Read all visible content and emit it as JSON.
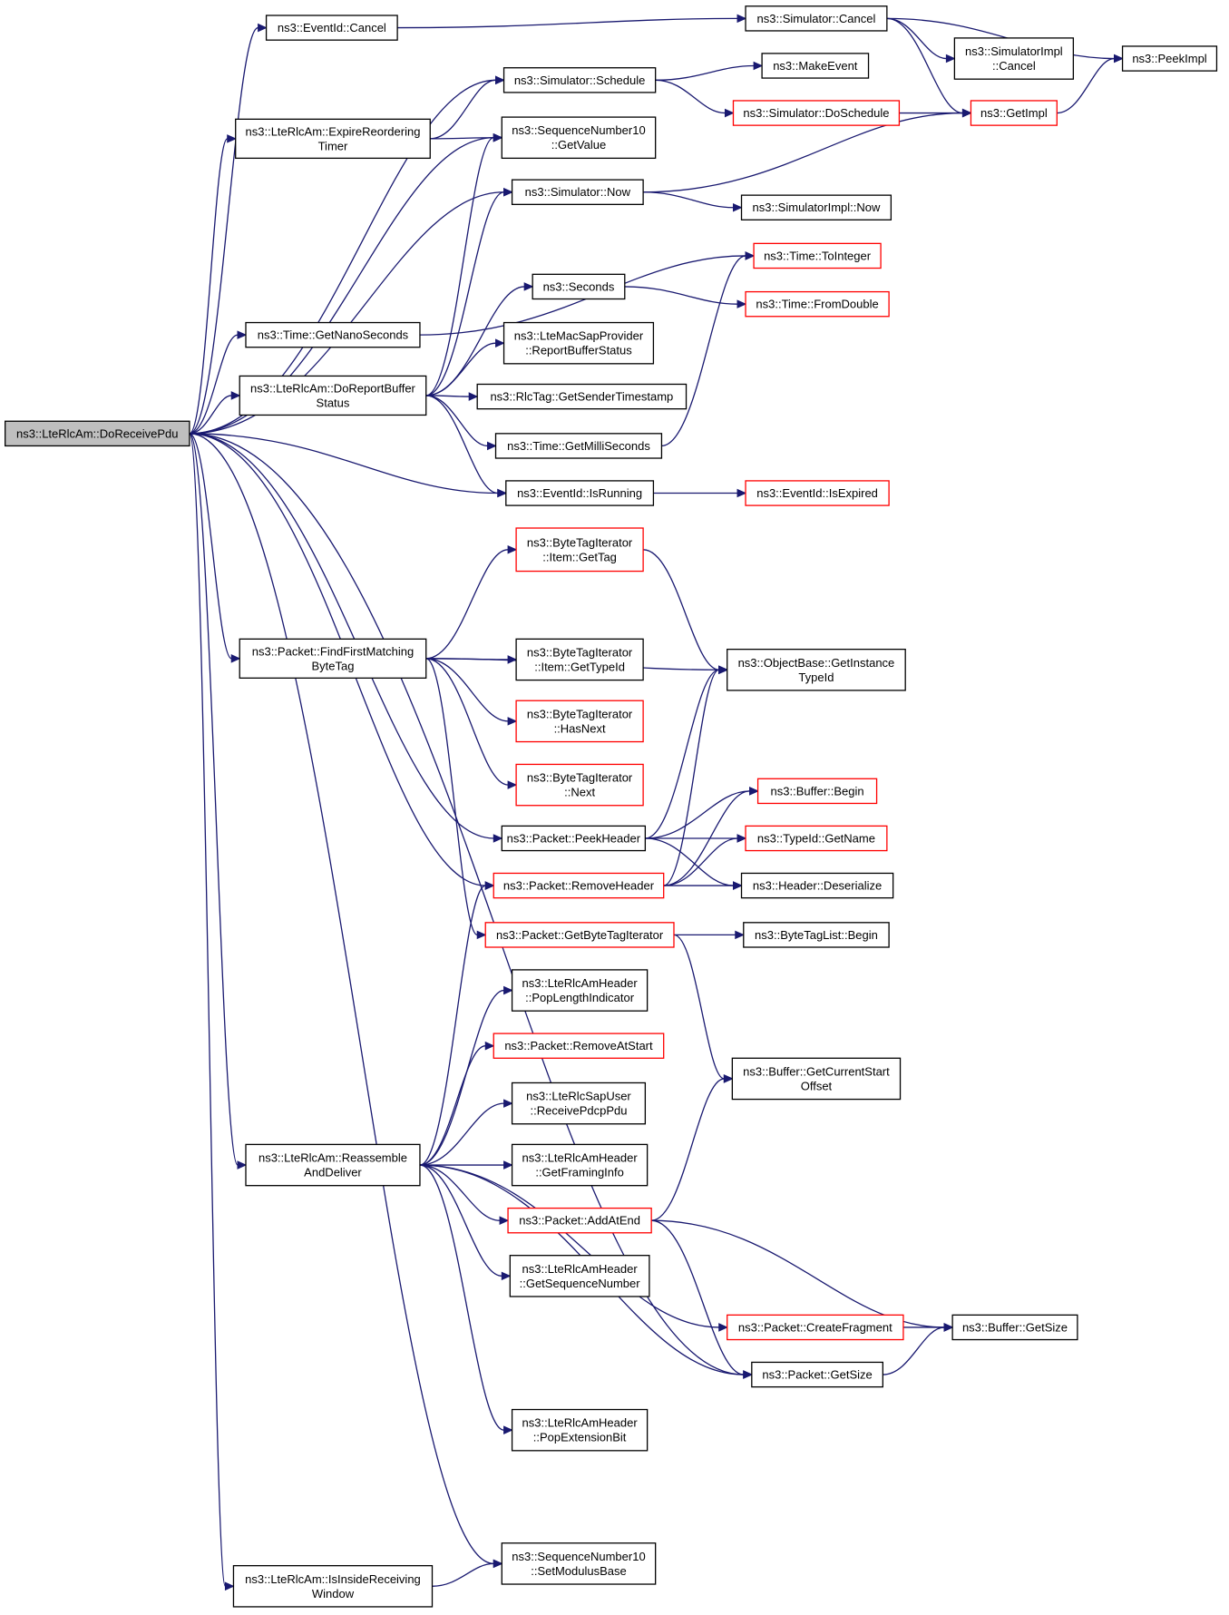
{
  "colors": {
    "edge": "#191970",
    "root_fill": "#bfbfbf",
    "truncated_border": "#ff0000",
    "node_border": "#000000"
  },
  "nodes": [
    {
      "id": "root",
      "lines": [
        "ns3::LteRlcAm::DoReceivePdu"
      ],
      "root": true
    },
    {
      "id": "evcancel",
      "lines": [
        "ns3::EventId::Cancel"
      ]
    },
    {
      "id": "simcancel",
      "lines": [
        "ns3::Simulator::Cancel"
      ]
    },
    {
      "id": "simimplcancel",
      "lines": [
        "ns3::SimulatorImpl",
        "::Cancel"
      ]
    },
    {
      "id": "peekimpl",
      "lines": [
        "ns3::PeekImpl"
      ]
    },
    {
      "id": "schedule",
      "lines": [
        "ns3::Simulator::Schedule"
      ]
    },
    {
      "id": "makeevent",
      "lines": [
        "ns3::MakeEvent"
      ]
    },
    {
      "id": "doschedule",
      "lines": [
        "ns3::Simulator::DoSchedule"
      ],
      "truncated": true
    },
    {
      "id": "getimpl",
      "lines": [
        "ns3::GetImpl"
      ],
      "truncated": true
    },
    {
      "id": "expire",
      "lines": [
        "ns3::LteRlcAm::ExpireReordering",
        "Timer"
      ]
    },
    {
      "id": "seqgetvalue",
      "lines": [
        "ns3::SequenceNumber10",
        "::GetValue"
      ]
    },
    {
      "id": "simnow",
      "lines": [
        "ns3::Simulator::Now"
      ]
    },
    {
      "id": "simimplnow",
      "lines": [
        "ns3::SimulatorImpl::Now"
      ]
    },
    {
      "id": "tointeger",
      "lines": [
        "ns3::Time::ToInteger"
      ],
      "truncated": true
    },
    {
      "id": "seconds",
      "lines": [
        "ns3::Seconds"
      ]
    },
    {
      "id": "fromdouble",
      "lines": [
        "ns3::Time::FromDouble"
      ],
      "truncated": true
    },
    {
      "id": "getnano",
      "lines": [
        "ns3::Time::GetNanoSeconds"
      ]
    },
    {
      "id": "reportbuf",
      "lines": [
        "ns3::LteMacSapProvider",
        "::ReportBufferStatus"
      ]
    },
    {
      "id": "doreport",
      "lines": [
        "ns3::LteRlcAm::DoReportBuffer",
        "Status"
      ]
    },
    {
      "id": "sendertime",
      "lines": [
        "ns3::RlcTag::GetSenderTimestamp"
      ]
    },
    {
      "id": "getmilli",
      "lines": [
        "ns3::Time::GetMilliSeconds"
      ]
    },
    {
      "id": "isrunning",
      "lines": [
        "ns3::EventId::IsRunning"
      ]
    },
    {
      "id": "isexpired",
      "lines": [
        "ns3::EventId::IsExpired"
      ],
      "truncated": true
    },
    {
      "id": "itemgettag",
      "lines": [
        "ns3::ByteTagIterator",
        "::Item::GetTag"
      ],
      "truncated": true
    },
    {
      "id": "findfirst",
      "lines": [
        "ns3::Packet::FindFirstMatching",
        "ByteTag"
      ]
    },
    {
      "id": "itemgettypeid",
      "lines": [
        "ns3::ByteTagIterator",
        "::Item::GetTypeId"
      ]
    },
    {
      "id": "getinstance",
      "lines": [
        "ns3::ObjectBase::GetInstance",
        "TypeId"
      ]
    },
    {
      "id": "hasnext",
      "lines": [
        "ns3::ByteTagIterator",
        "::HasNext"
      ],
      "truncated": true
    },
    {
      "id": "next",
      "lines": [
        "ns3::ByteTagIterator",
        "::Next"
      ],
      "truncated": true
    },
    {
      "id": "bufbegin",
      "lines": [
        "ns3::Buffer::Begin"
      ],
      "truncated": true
    },
    {
      "id": "peekheader",
      "lines": [
        "ns3::Packet::PeekHeader"
      ]
    },
    {
      "id": "typeidname",
      "lines": [
        "ns3::TypeId::GetName"
      ],
      "truncated": true
    },
    {
      "id": "removeheader",
      "lines": [
        "ns3::Packet::RemoveHeader"
      ],
      "truncated": true
    },
    {
      "id": "deserialize",
      "lines": [
        "ns3::Header::Deserialize"
      ]
    },
    {
      "id": "getbytetagit",
      "lines": [
        "ns3::Packet::GetByteTagIterator"
      ],
      "truncated": true
    },
    {
      "id": "btlbegin",
      "lines": [
        "ns3::ByteTagList::Begin"
      ]
    },
    {
      "id": "poplen",
      "lines": [
        "ns3::LteRlcAmHeader",
        "::PopLengthIndicator"
      ]
    },
    {
      "id": "removeatstart",
      "lines": [
        "ns3::Packet::RemoveAtStart"
      ],
      "truncated": true
    },
    {
      "id": "curstart",
      "lines": [
        "ns3::Buffer::GetCurrentStart",
        "Offset"
      ]
    },
    {
      "id": "recvpdcp",
      "lines": [
        "ns3::LteRlcSapUser",
        "::ReceivePdcpPdu"
      ]
    },
    {
      "id": "reassemble",
      "lines": [
        "ns3::LteRlcAm::Reassemble",
        "AndDeliver"
      ]
    },
    {
      "id": "framinginfo",
      "lines": [
        "ns3::LteRlcAmHeader",
        "::GetFramingInfo"
      ]
    },
    {
      "id": "addatend",
      "lines": [
        "ns3::Packet::AddAtEnd"
      ],
      "truncated": true
    },
    {
      "id": "getseqnum",
      "lines": [
        "ns3::LteRlcAmHeader",
        "::GetSequenceNumber"
      ]
    },
    {
      "id": "createfrag",
      "lines": [
        "ns3::Packet::CreateFragment"
      ],
      "truncated": true
    },
    {
      "id": "bufgetsize",
      "lines": [
        "ns3::Buffer::GetSize"
      ]
    },
    {
      "id": "pktgetsize",
      "lines": [
        "ns3::Packet::GetSize"
      ]
    },
    {
      "id": "popext",
      "lines": [
        "ns3::LteRlcAmHeader",
        "::PopExtensionBit"
      ]
    },
    {
      "id": "setmod",
      "lines": [
        "ns3::SequenceNumber10",
        "::SetModulusBase"
      ]
    },
    {
      "id": "isinside",
      "lines": [
        "ns3::LteRlcAm::IsInsideReceiving",
        "Window"
      ]
    }
  ],
  "edges": [
    [
      "root",
      "evcancel"
    ],
    [
      "root",
      "schedule"
    ],
    [
      "root",
      "expire"
    ],
    [
      "root",
      "seqgetvalue"
    ],
    [
      "root",
      "simnow"
    ],
    [
      "root",
      "getnano"
    ],
    [
      "root",
      "doreport"
    ],
    [
      "root",
      "isrunning"
    ],
    [
      "root",
      "findfirst"
    ],
    [
      "root",
      "peekheader"
    ],
    [
      "root",
      "removeheader"
    ],
    [
      "root",
      "reassemble"
    ],
    [
      "root",
      "pktgetsize"
    ],
    [
      "root",
      "setmod"
    ],
    [
      "root",
      "isinside"
    ],
    [
      "evcancel",
      "simcancel"
    ],
    [
      "simcancel",
      "peekimpl"
    ],
    [
      "simcancel",
      "simimplcancel"
    ],
    [
      "simcancel",
      "getimpl"
    ],
    [
      "schedule",
      "makeevent"
    ],
    [
      "schedule",
      "doschedule"
    ],
    [
      "doschedule",
      "getimpl"
    ],
    [
      "getimpl",
      "peekimpl"
    ],
    [
      "expire",
      "schedule"
    ],
    [
      "expire",
      "seqgetvalue"
    ],
    [
      "simnow",
      "getimpl"
    ],
    [
      "simnow",
      "simimplnow"
    ],
    [
      "getnano",
      "tointeger"
    ],
    [
      "doreport",
      "seqgetvalue"
    ],
    [
      "doreport",
      "simnow"
    ],
    [
      "doreport",
      "seconds"
    ],
    [
      "doreport",
      "reportbuf"
    ],
    [
      "doreport",
      "sendertime"
    ],
    [
      "doreport",
      "getmilli"
    ],
    [
      "doreport",
      "isrunning"
    ],
    [
      "seconds",
      "fromdouble"
    ],
    [
      "getmilli",
      "tointeger"
    ],
    [
      "isrunning",
      "isexpired"
    ],
    [
      "findfirst",
      "itemgettag"
    ],
    [
      "findfirst",
      "getinstance"
    ],
    [
      "findfirst",
      "itemgettypeid"
    ],
    [
      "findfirst",
      "hasnext"
    ],
    [
      "findfirst",
      "next"
    ],
    [
      "findfirst",
      "getbytetagit"
    ],
    [
      "itemgettag",
      "getinstance"
    ],
    [
      "peekheader",
      "getinstance"
    ],
    [
      "peekheader",
      "bufbegin"
    ],
    [
      "peekheader",
      "typeidname"
    ],
    [
      "peekheader",
      "deserialize"
    ],
    [
      "removeheader",
      "getinstance"
    ],
    [
      "removeheader",
      "bufbegin"
    ],
    [
      "removeheader",
      "typeidname"
    ],
    [
      "removeheader",
      "deserialize"
    ],
    [
      "getbytetagit",
      "btlbegin"
    ],
    [
      "getbytetagit",
      "curstart"
    ],
    [
      "reassemble",
      "removeheader"
    ],
    [
      "reassemble",
      "poplen"
    ],
    [
      "reassemble",
      "removeatstart"
    ],
    [
      "reassemble",
      "recvpdcp"
    ],
    [
      "reassemble",
      "framinginfo"
    ],
    [
      "reassemble",
      "addatend"
    ],
    [
      "reassemble",
      "getseqnum"
    ],
    [
      "reassemble",
      "createfrag"
    ],
    [
      "reassemble",
      "pktgetsize"
    ],
    [
      "reassemble",
      "popext"
    ],
    [
      "addatend",
      "curstart"
    ],
    [
      "addatend",
      "bufgetsize"
    ],
    [
      "addatend",
      "pktgetsize"
    ],
    [
      "createfrag",
      "bufgetsize"
    ],
    [
      "pktgetsize",
      "bufgetsize"
    ],
    [
      "isinside",
      "setmod"
    ]
  ]
}
